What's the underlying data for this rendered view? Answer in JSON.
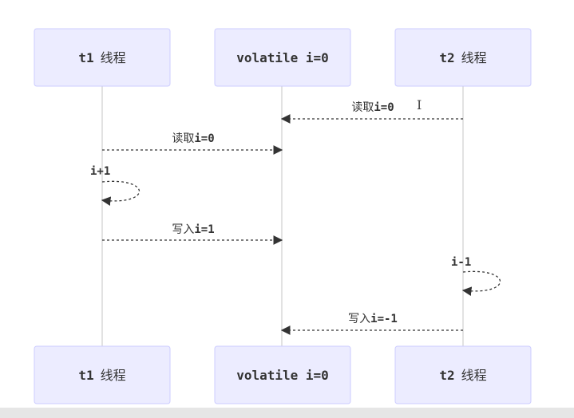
{
  "actors": [
    {
      "id": "t1",
      "name": "t1",
      "suffix": "线程"
    },
    {
      "id": "volatile",
      "name": "volatile i=0",
      "suffix": ""
    },
    {
      "id": "t2",
      "name": "t2",
      "suffix": "线程"
    }
  ],
  "messages": [
    {
      "id": "t2-read",
      "from": "t2",
      "to": "volatile",
      "prefix": "读取",
      "expr": "i=0",
      "style": "dotted"
    },
    {
      "id": "t1-read",
      "from": "t1",
      "to": "volatile",
      "prefix": "读取",
      "expr": "i=0",
      "style": "dotted"
    },
    {
      "id": "t1-incr",
      "from": "t1",
      "to": "t1",
      "prefix": "",
      "expr": "i+1",
      "style": "dotted-self"
    },
    {
      "id": "t1-write",
      "from": "t1",
      "to": "volatile",
      "prefix": "写入",
      "expr": "i=1",
      "style": "dotted"
    },
    {
      "id": "t2-decr",
      "from": "t2",
      "to": "t2",
      "prefix": "",
      "expr": "i-1",
      "style": "dotted-self"
    },
    {
      "id": "t2-write",
      "from": "t2",
      "to": "volatile",
      "prefix": "写入",
      "expr": "i=-1",
      "style": "dotted"
    }
  ],
  "cursor": {
    "glyph": "I",
    "icon": "text-cursor-icon"
  },
  "colors": {
    "actor_fill": "#ECECFF",
    "actor_stroke": "#CCCCFF",
    "lifeline": "#d8d8d8",
    "message": "#333333",
    "text": "#333333"
  }
}
